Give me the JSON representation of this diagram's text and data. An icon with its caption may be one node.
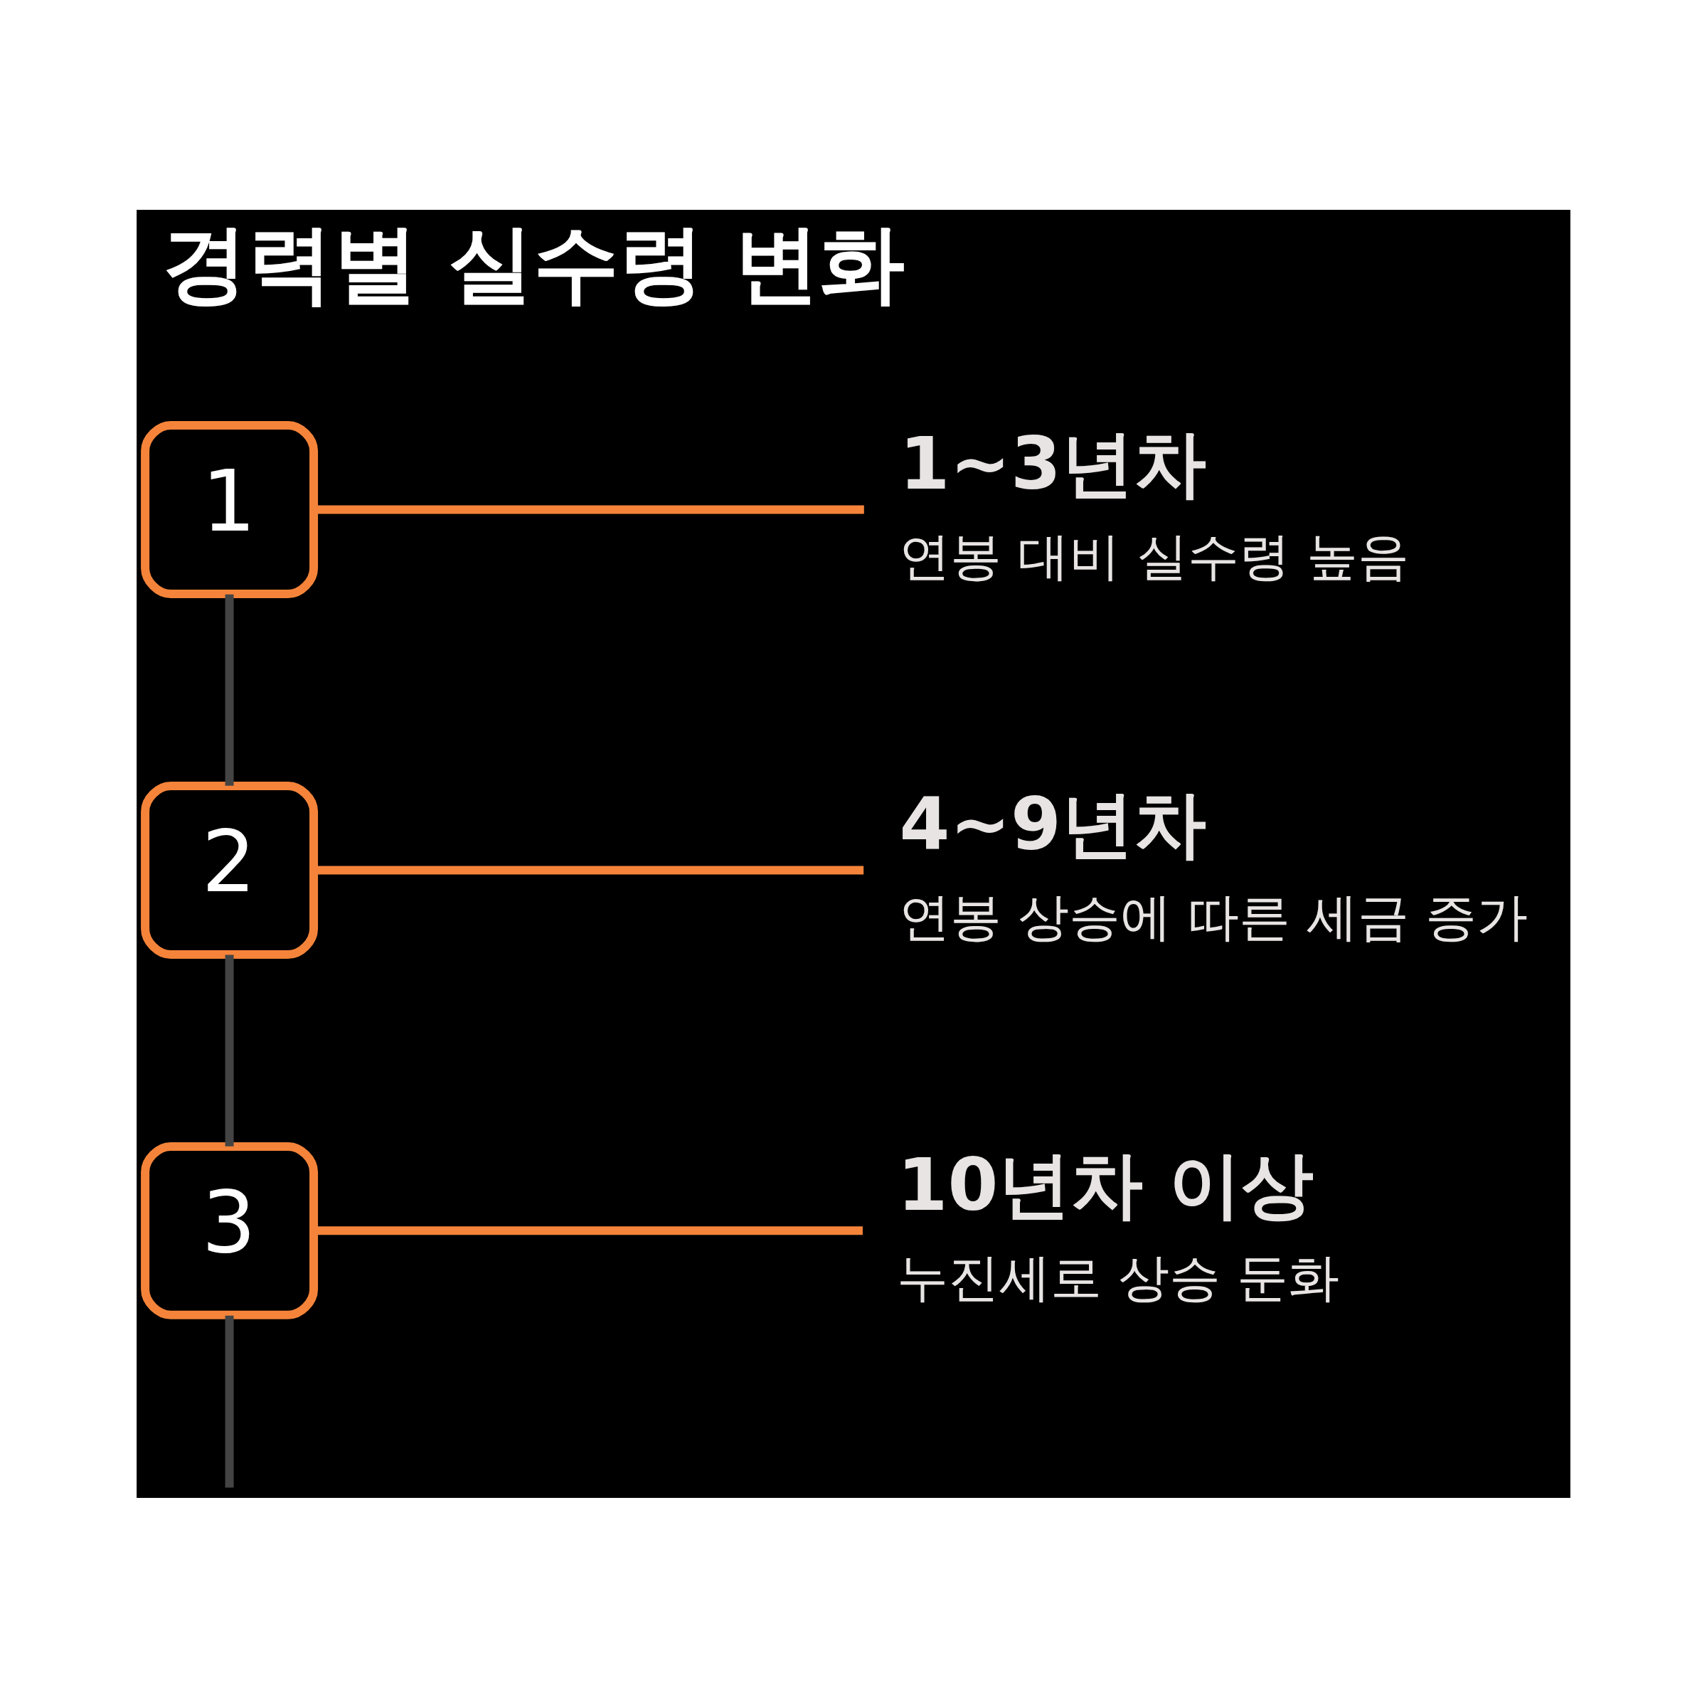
{
  "diagram": {
    "title": "경력별 실수령 변화",
    "nodes": [
      {
        "text": [
          "1"
        ]
      },
      {
        "text": [
          "1~3년차",
          "연봉 대비 실수령 높음"
        ]
      },
      {
        "text": [
          "2"
        ]
      },
      {
        "text": [
          "4~9년차",
          "연봉 상승에 따른 세금 증가"
        ]
      },
      {
        "text": [
          "3"
        ]
      },
      {
        "text": [
          "10년차 이상",
          "누진세로 상승 둔화"
        ]
      }
    ],
    "edges": [
      {
        "from": 0,
        "to": 1,
        "arrow": "none"
      },
      {
        "from": 0,
        "to": 2,
        "arrow": "none",
        "color": "#444444"
      },
      {
        "from": 2,
        "to": 3,
        "arrow": "none"
      },
      {
        "from": 2,
        "to": 4,
        "arrow": "none",
        "color": "#444444"
      },
      {
        "from": 4,
        "to": 5,
        "arrow": "none"
      },
      {
        "from": 4,
        "to": null,
        "arrow": "none",
        "color": "#444444"
      }
    ]
  }
}
